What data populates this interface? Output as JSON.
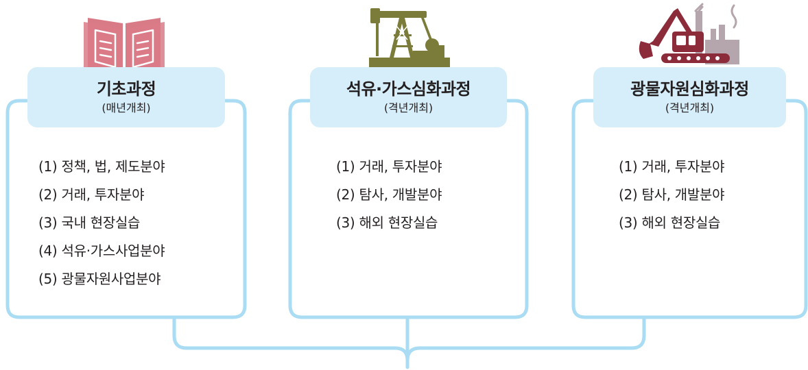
{
  "colors": {
    "frame": "#aadcf3",
    "tab": "#d6eef9",
    "book": "#d97b87",
    "pumpjack": "#7b7b3a",
    "excavator": "#8c2b3a",
    "factory": "#b4a6ac"
  },
  "courses": [
    {
      "icon": "book-icon",
      "title": "기초과정",
      "subtitle": "(매년개최)",
      "items": [
        "(1) 정책, 법, 제도분야",
        "(2) 거래, 투자분야",
        "(3) 국내 현장실습",
        "(4) 석유·가스사업분야",
        "(5) 광물자원사업분야"
      ]
    },
    {
      "icon": "oil-pumpjack-icon",
      "title": "석유·가스심화과정",
      "subtitle": "(격년개최)",
      "items": [
        "(1) 거래, 투자분야",
        "(2) 탐사, 개발분야",
        "(3) 해외 현장실습"
      ]
    },
    {
      "icon": "excavator-factory-icon",
      "title": "광물자원심화과정",
      "subtitle": "(격년개최)",
      "items": [
        "(1) 거래, 투자분야",
        "(2) 탐사, 개발분야",
        "(3) 해외 현장실습"
      ]
    }
  ]
}
